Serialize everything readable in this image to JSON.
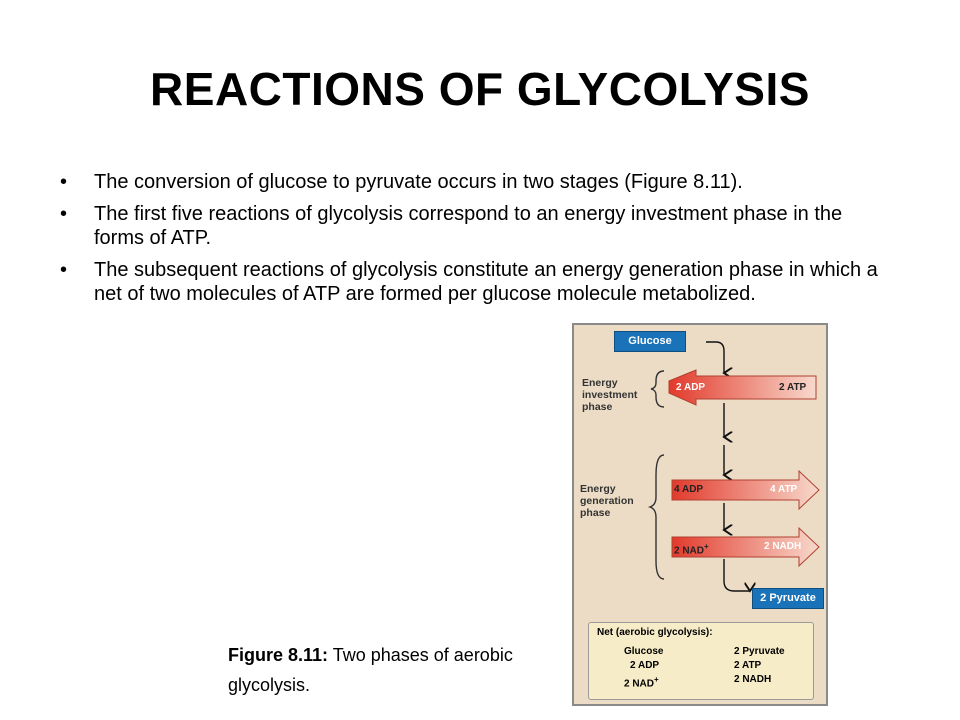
{
  "title": "REACTIONS OF GLYCOLYSIS",
  "bullets": [
    "The conversion of glucose to pyruvate occurs in two stages (Figure 8.11).",
    "The first five reactions of glycolysis correspond to an energy investment phase in the forms of ATP.",
    "The subsequent reactions of glycolysis constitute an energy generation phase in which a net of two molecules of ATP are formed per glucose molecule metabolized."
  ],
  "caption": {
    "label": "Figure 8.11:",
    "text": " Two phases of aerobic glycolysis."
  },
  "figure": {
    "glucose": "Glucose",
    "investment_label": "Energy investment phase",
    "generation_label": "Energy generation phase",
    "arrow1_left": "2 ADP",
    "arrow1_right": "2 ATP",
    "arrow2_left": "4 ADP",
    "arrow2_right": "4 ATP",
    "arrow3_left": "2 NAD",
    "arrow3_sup": "+",
    "arrow3_right": "2 NADH",
    "pyruvate": "2 Pyruvate",
    "net": {
      "title": "Net (aerobic glycolysis):",
      "rows": [
        {
          "left": "Glucose",
          "right": "2 Pyruvate"
        },
        {
          "left": "2 ADP",
          "right": "2 ATP"
        },
        {
          "left": "2 NAD",
          "sup": "+",
          "right": "2 NADH"
        }
      ]
    }
  },
  "colors": {
    "arrow_red": "#e23a2c",
    "blue_box": "#1a73b9",
    "panel_bg": "#ecdcc6"
  }
}
